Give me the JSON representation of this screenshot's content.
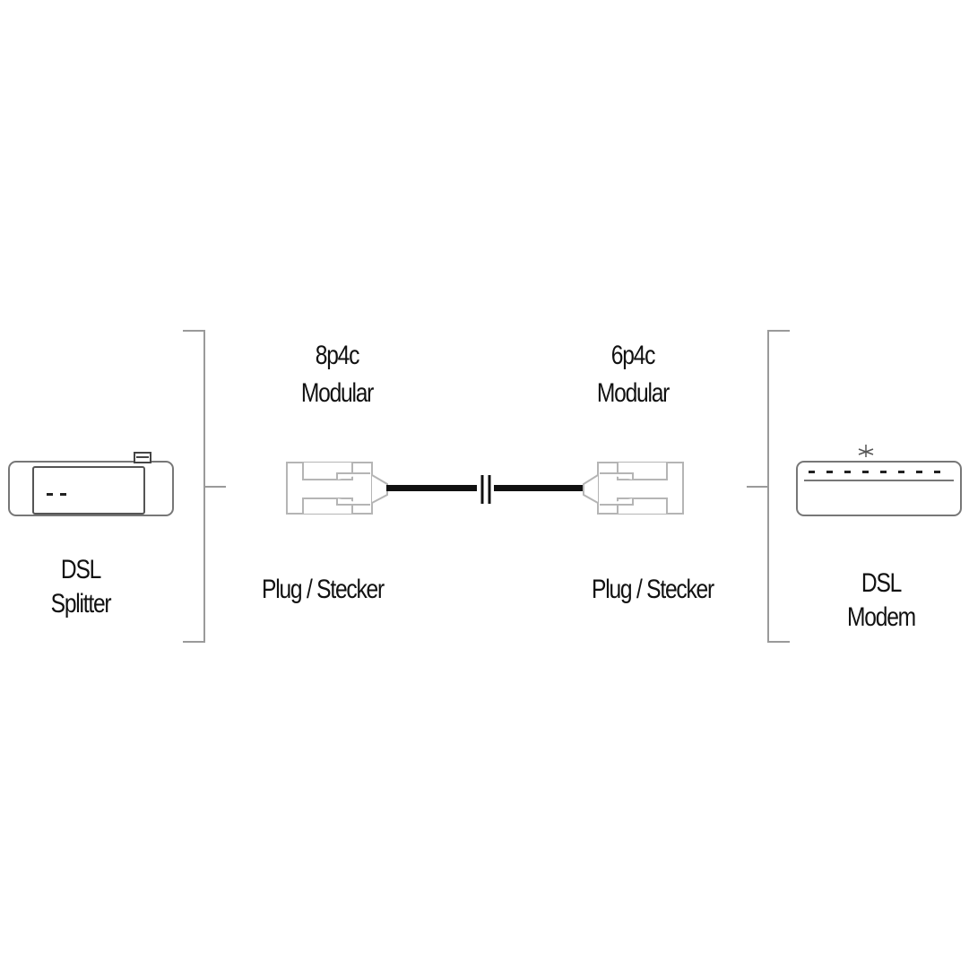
{
  "diagram": {
    "left_device": {
      "line1": "DSL",
      "line2": "Splitter"
    },
    "right_device": {
      "line1": "DSL",
      "line2": "Modem"
    },
    "plug_left": {
      "line1": "8p4c",
      "line2": "Modular",
      "caption": "Plug / Stecker"
    },
    "plug_right": {
      "line1": "6p4c",
      "line2": "Modular",
      "caption": "Plug / Stecker"
    }
  },
  "colors": {
    "line": "#111111",
    "outline": "#b5b5b5",
    "bracket": "#9a9a9a"
  }
}
